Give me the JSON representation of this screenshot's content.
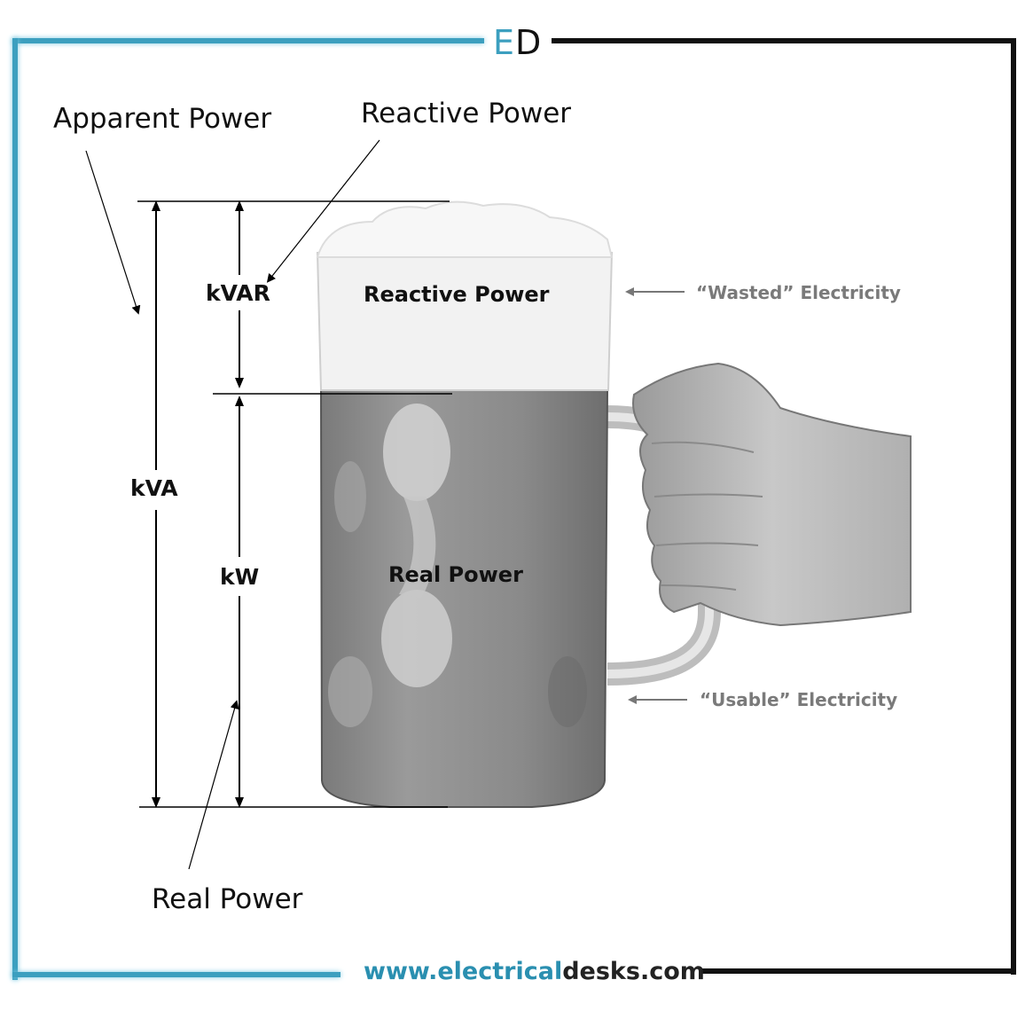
{
  "logo": {
    "letter1": "E",
    "letter2": "D"
  },
  "labels": {
    "apparent_power": "Apparent Power",
    "reactive_power_top": "Reactive Power",
    "kvar": "kVAR",
    "kva": "kVA",
    "kw": "kW",
    "mug_reactive": "Reactive Power",
    "mug_real": "Real Power",
    "wasted": "“Wasted” Electricity",
    "usable": "“Usable” Electricity",
    "real_power_bottom": "Real Power"
  },
  "footer": {
    "part1": "www.electrical",
    "part2": "desks.com"
  },
  "colors": {
    "accent_blue": "#3c9fbf",
    "frame_dark": "#111111",
    "beer_gray": "#8e8e8e",
    "foam": "#f2f2f2"
  },
  "icons": {
    "mug": "beer-mug-icon",
    "hand": "hand-icon"
  }
}
